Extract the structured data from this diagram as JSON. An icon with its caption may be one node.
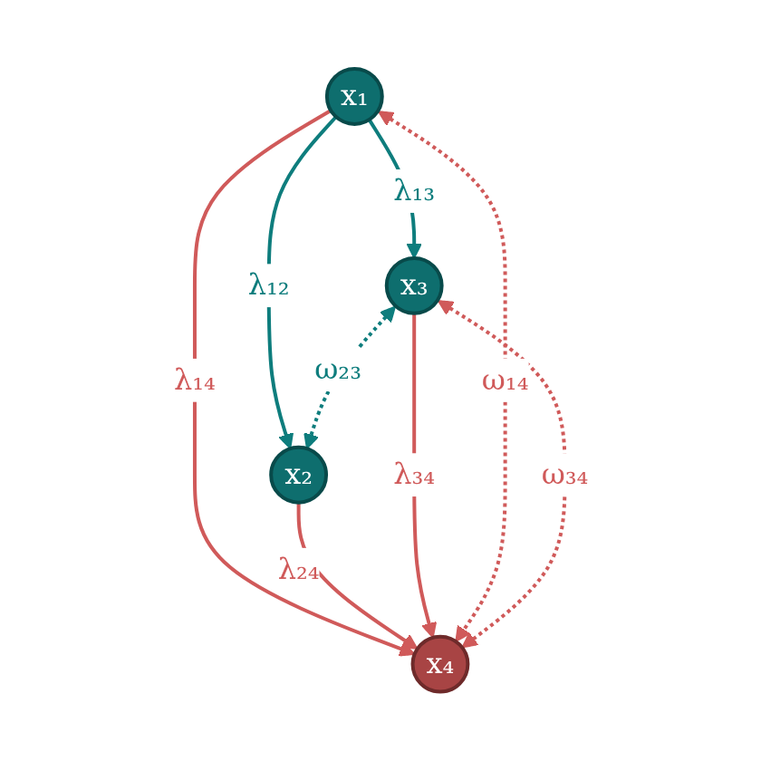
{
  "diagram": {
    "nodes": [
      {
        "text": [
          "x₁"
        ]
      },
      {
        "text": [
          "x₂"
        ]
      },
      {
        "text": [
          "x₃"
        ]
      },
      {
        "text": [
          "x₄"
        ]
      }
    ],
    "edges": [
      {
        "from": 0,
        "to": 1,
        "arrow": "to",
        "label": "λ₁₂",
        "color": "#0e7d7d"
      },
      {
        "from": 0,
        "to": 2,
        "arrow": "to",
        "label": "λ₁₃",
        "color": "#0e7d7d"
      },
      {
        "from": 0,
        "to": 3,
        "arrow": "to",
        "label": "λ₁₄"
      },
      {
        "from": 1,
        "to": 3,
        "arrow": "to",
        "label": "λ₂₄"
      },
      {
        "from": 2,
        "to": 3,
        "arrow": "to",
        "label": "λ₃₄"
      },
      {
        "from": 2,
        "to": 1,
        "arrow": "both",
        "label": "ω₂₃",
        "style": "dashed",
        "color": "#0e7d7d"
      },
      {
        "from": 0,
        "to": 3,
        "arrow": "both",
        "label": "ω₁₄",
        "style": "dashed"
      },
      {
        "from": 2,
        "to": 3,
        "arrow": "both",
        "label": "ω₃₄",
        "style": "dashed"
      }
    ]
  }
}
